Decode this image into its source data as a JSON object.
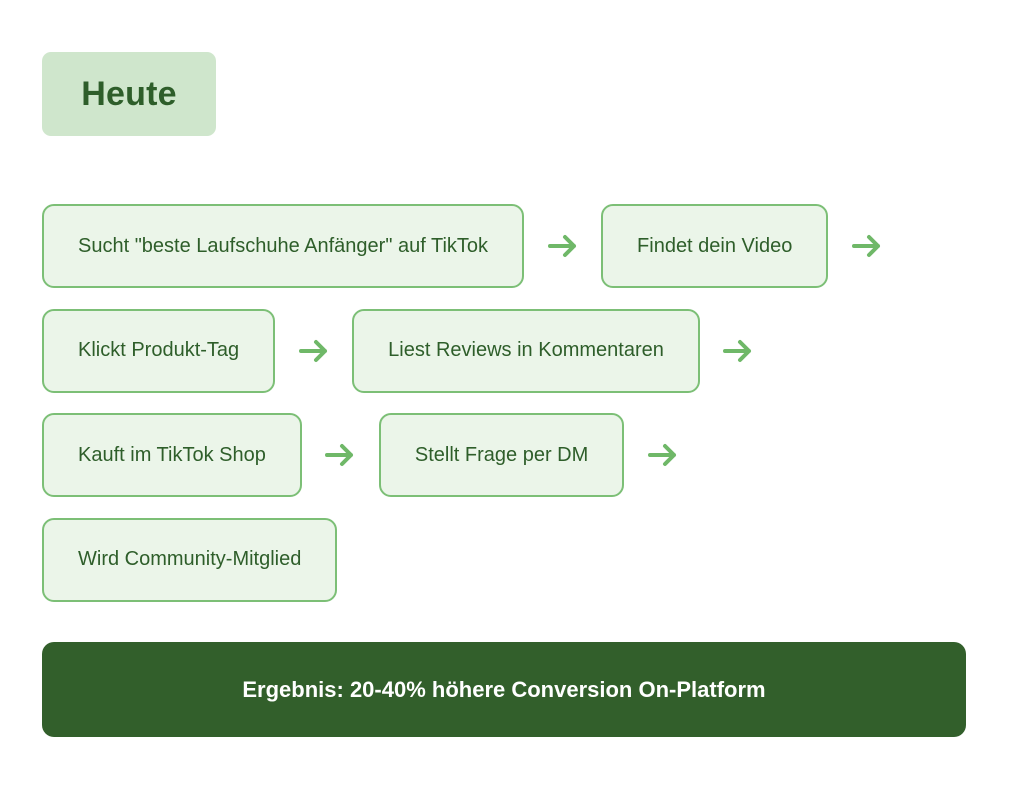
{
  "header": {
    "title": "Heute"
  },
  "flow": {
    "rows": [
      {
        "steps": [
          {
            "label": "Sucht \"beste Laufschuhe Anfänger\" auf TikTok",
            "arrow_after": true
          },
          {
            "label": "Findet dein Video",
            "arrow_after": true
          }
        ]
      },
      {
        "steps": [
          {
            "label": "Klickt Produkt-Tag",
            "arrow_after": true
          },
          {
            "label": "Liest Reviews in Kommentaren",
            "arrow_after": true
          }
        ]
      },
      {
        "steps": [
          {
            "label": "Kauft im TikTok Shop",
            "arrow_after": true
          },
          {
            "label": "Stellt Frage per DM",
            "arrow_after": true
          }
        ]
      },
      {
        "steps": [
          {
            "label": "Wird Community-Mitglied",
            "arrow_after": false
          }
        ]
      }
    ],
    "arrow_icon": "arrow-right-icon"
  },
  "result": {
    "label": "Ergebnis: 20-40% höhere Conversion On-Platform"
  },
  "colors": {
    "title_bg": "#cfe6cc",
    "title_text": "#2e5e2a",
    "step_bg": "#ebf5e9",
    "step_border": "#7cbf76",
    "step_text": "#2e5e2a",
    "arrow": "#6fb868",
    "result_bg": "#325f2b",
    "result_text": "#ffffff"
  }
}
